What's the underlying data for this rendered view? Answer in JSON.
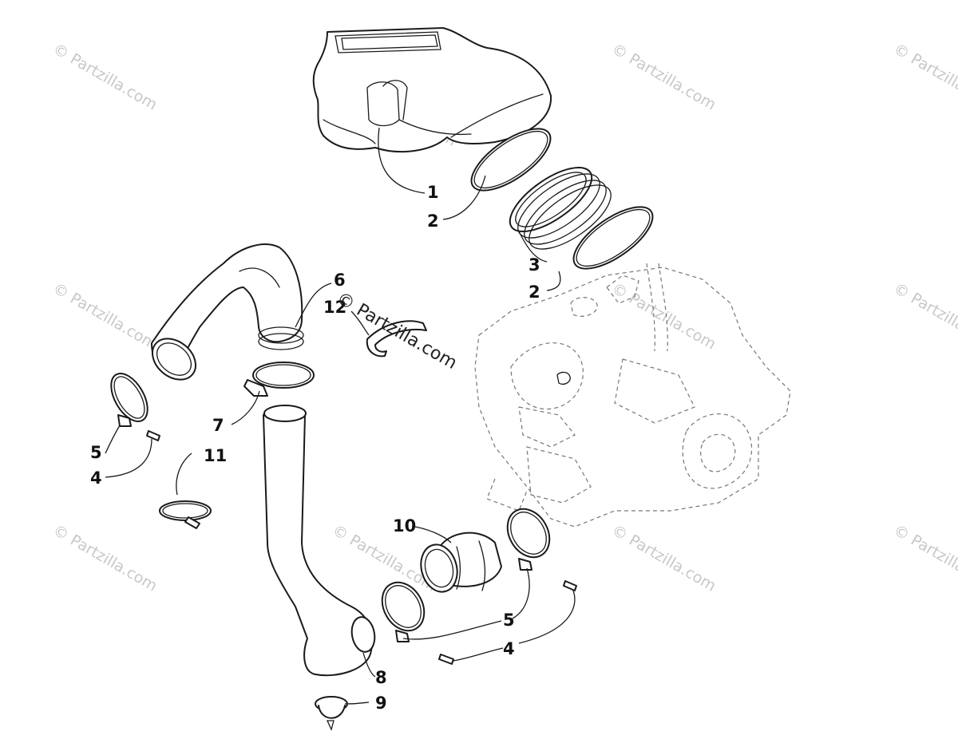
{
  "watermark": {
    "text": "© Partzilla.com",
    "center_text": "© Partzilla.com"
  },
  "callouts": {
    "c1": "1",
    "c2a": "2",
    "c2b": "2",
    "c3": "3",
    "c4a": "4",
    "c4b": "4",
    "c5a": "5",
    "c5b": "5",
    "c6": "6",
    "c7": "7",
    "c8": "8",
    "c9": "9",
    "c10": "10",
    "c11": "11",
    "c12": "12"
  },
  "colors": {
    "line": "#1a1a1a",
    "watermark": "#c8c8c8",
    "engine_outline": "#777777"
  }
}
